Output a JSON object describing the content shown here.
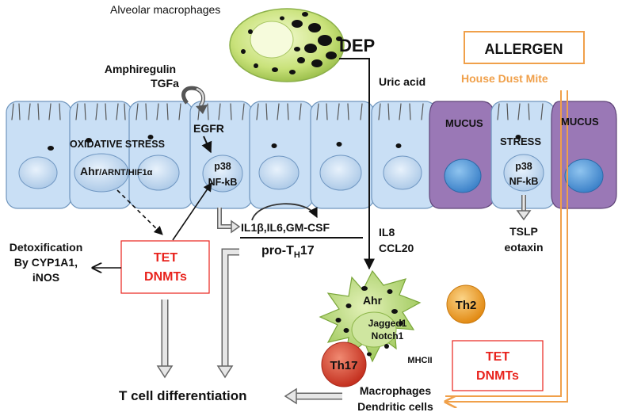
{
  "labels": {
    "alveolar_macrophages": "Alveolar macrophages",
    "dep": "DEP",
    "allergen": "ALLERGEN",
    "house_dust_mite": "House Dust Mite",
    "amphiregulin": "Amphiregulin",
    "tgfa": "TGFa",
    "uric_acid": "Uric acid",
    "egfr": "EGFR",
    "oxidative_stress": "OXIDATIVE STRESS",
    "ahr_main": "Ahr",
    "ahr_sub": "/ARNT/HIF1α",
    "p38_left": "p38",
    "nfkb_left": "NF-kB",
    "mucus_1": "MUCUS",
    "mucus_2": "MUCUS",
    "stress": "STRESS",
    "p38_right": "p38",
    "nfkb_right": "NF-kB",
    "cytokines": "IL1β,IL6,GM-CSF",
    "pro_th17_main": "pro-T",
    "pro_th17_sub": "H",
    "pro_th17_tail": "17",
    "il8": "IL8",
    "ccl20": "CCL20",
    "tslp": "TSLP",
    "eotaxin": "eotaxin",
    "detox_1": "Detoxification",
    "detox_2": "By CYP1A1,",
    "detox_3": "iNOS",
    "tet_left": "TET",
    "dnmts_left": "DNMTs",
    "ahr_dc": "Ahr",
    "jagged1": "Jagged1",
    "notch1": "Notch1",
    "mhcii": "MHCII",
    "th2": "Th2",
    "th17": "Th17",
    "tet_right": "TET",
    "dnmts_right": "DNMTs",
    "t_cell_diff": "T cell differentiation",
    "macrophages": "Macrophages",
    "dendritic_cells": "Dendritic cells"
  },
  "colors": {
    "cell_fill": "#c9dff5",
    "mucus_fill": "#9a78b6",
    "allergen": "#f0a04a",
    "tet_red": "#e8221c",
    "dc_green": "#aed36c",
    "th2_orange": "#f1a12e",
    "th17_red": "#d43a2c"
  }
}
